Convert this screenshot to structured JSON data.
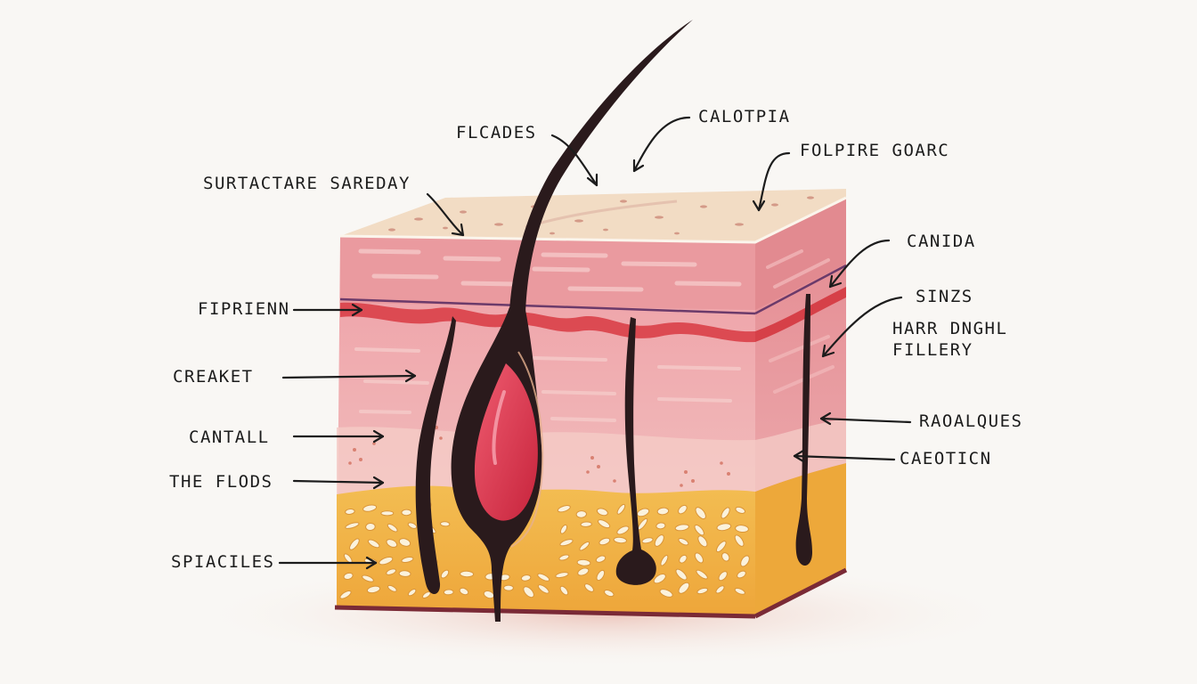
{
  "labels": {
    "flcades": "FLCADES",
    "calotpia": "CALOTPIA",
    "folpire_goarc": "FOLPIRE GOARC",
    "surtactare_sareday": "SURTACTARE SAREDAY",
    "canida": "CANIDA",
    "sinzs": "SINZS",
    "hair_dnghl": "HARR DNGHL",
    "fillery": "FILLERY",
    "fiprienn": "FIPRIENN",
    "creaket": "CREAKET",
    "cantall": "CANTALL",
    "the_flods": "THE FLODS",
    "spiacules": "SPIACILES",
    "raoalques": "RAOALQUES",
    "caeoticn": "CAEOTICN"
  },
  "colors": {
    "background": "#f9f7f4",
    "epidermis_top": "#f2dcc4",
    "epidermis_band": "#eb9ea0",
    "dermis": "#f0b5b5",
    "dermis_deep": "#f3c6c4",
    "fat_layer": "#f2b548",
    "hair": "#2a1a1c",
    "bulb": "#d8334a",
    "ink": "#1c1c1c"
  }
}
